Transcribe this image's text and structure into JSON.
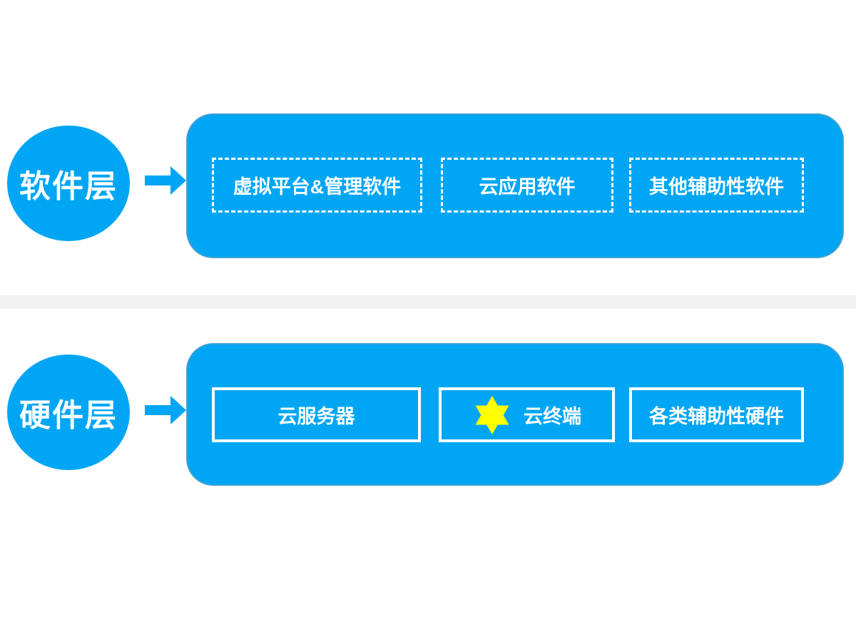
{
  "colors": {
    "primary-blue": "#00A6F4",
    "star-yellow": "#FFFF00",
    "separator-gray": "#F1F1F1",
    "text-white": "#FFFFFF"
  },
  "layers": [
    {
      "label": "软件层",
      "items": [
        {
          "label": "虚拟平台&管理软件",
          "border": "dashed"
        },
        {
          "label": "云应用软件",
          "border": "dashed"
        },
        {
          "label": "其他辅助性软件",
          "border": "dashed"
        }
      ]
    },
    {
      "label": "硬件层",
      "items": [
        {
          "label": "云服务器",
          "border": "solid"
        },
        {
          "label": "云终端",
          "border": "solid",
          "icon": "six-pointed-star"
        },
        {
          "label": "各类辅助性硬件",
          "border": "solid"
        }
      ]
    }
  ]
}
